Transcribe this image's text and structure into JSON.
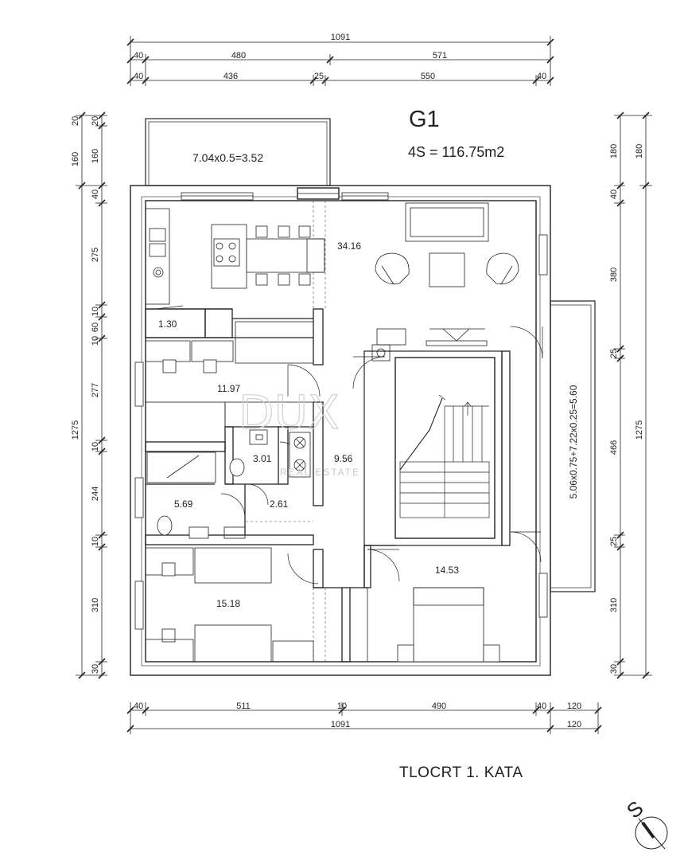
{
  "title": "G1",
  "area_label": "4S = 116.75m2",
  "caption": "TLOCRT 1. KATA",
  "balcony_top_label": "7.04x0.5=3.52",
  "balcony_right_label": "5.06x0.75+7.22x0.25=5.60",
  "north_label": "S",
  "watermark": {
    "logo": "DUX",
    "sub": "REAL ESTATE"
  },
  "rooms": [
    "34.16",
    "1.30",
    "11.97",
    "3.01",
    "9.56",
    "5.69",
    "2.61",
    "14.53",
    "15.18"
  ],
  "dims_top": {
    "total": "1091",
    "row2": [
      "40",
      "480",
      "571"
    ],
    "row3": [
      "40",
      "436",
      "25",
      "550",
      "40"
    ]
  },
  "dims_bottom": {
    "row1": [
      "40",
      "511",
      "10",
      "490",
      "40",
      "120"
    ],
    "row2": [
      "1091",
      "120"
    ]
  },
  "dims_left": {
    "outer": "1275",
    "inner": [
      "20",
      "160",
      "40",
      "275",
      "10",
      "60",
      "10",
      "277",
      "10",
      "244",
      "10",
      "310",
      "30"
    ],
    "inner_top": [
      "20",
      "160"
    ]
  },
  "dims_right": {
    "outer_right": "1275",
    "outer_top": "180",
    "inner": [
      "180",
      "40",
      "380",
      "25",
      "466",
      "25",
      "310",
      "30"
    ]
  }
}
